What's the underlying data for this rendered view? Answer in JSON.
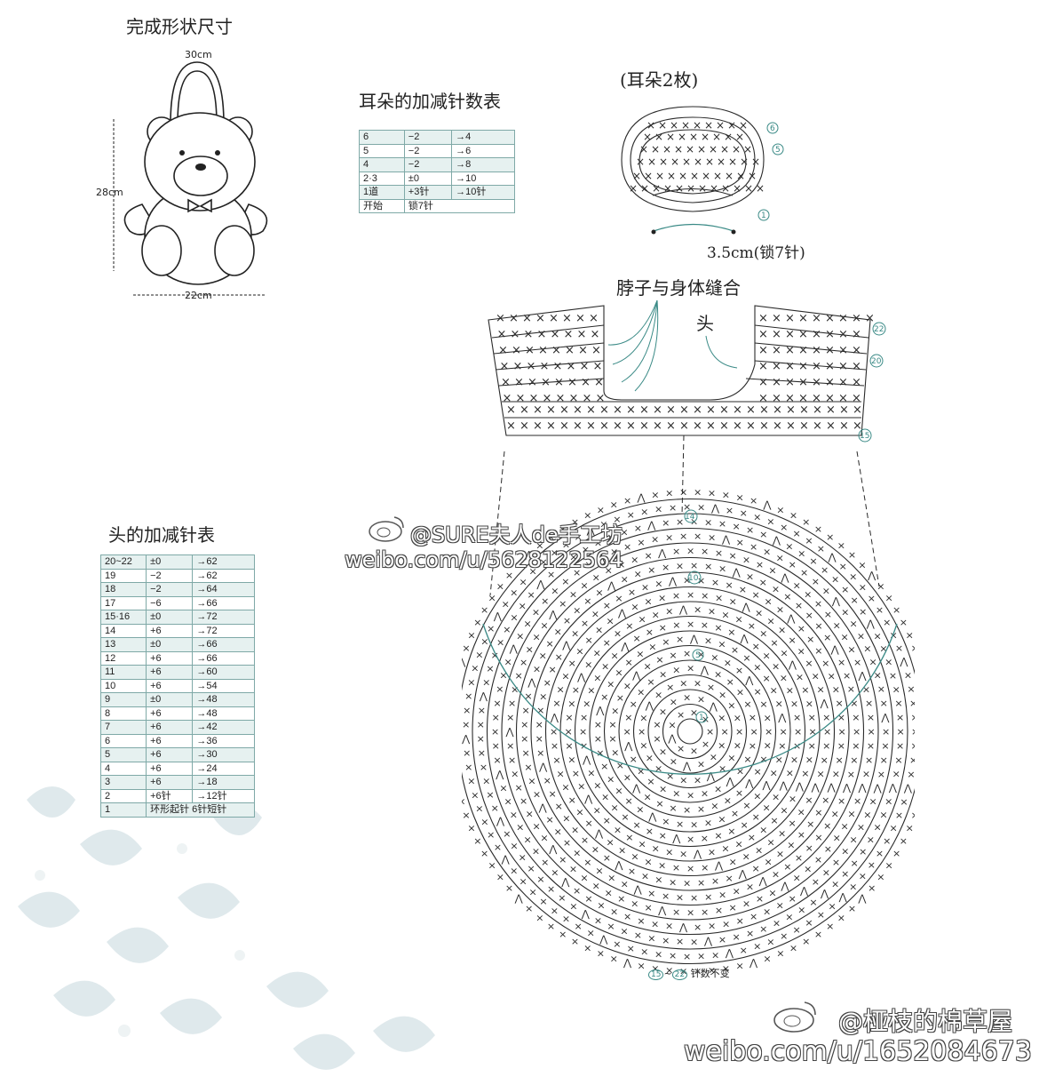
{
  "bear": {
    "title": "完成形状尺寸",
    "handle_width": "30cm",
    "height": "28cm",
    "width": "22cm"
  },
  "ear_table": {
    "title": "耳朵的加减针数表",
    "rows": [
      [
        "6",
        "−2",
        "→4"
      ],
      [
        "5",
        "−2",
        "→6"
      ],
      [
        "4",
        "−2",
        "→8"
      ],
      [
        "2·3",
        "±0",
        "→10"
      ],
      [
        "1道",
        "+3针",
        "→10针"
      ],
      [
        "开始",
        "锁7针",
        ""
      ]
    ]
  },
  "ear_chart": {
    "title": "(耳朵2枚)",
    "base_label": "3.5cm(锁7针)",
    "row_marks": [
      "6",
      "5",
      "1"
    ]
  },
  "neck": {
    "title": "脖子与身体缝合",
    "head_label": "头",
    "row_marks": [
      "22",
      "20",
      "15"
    ]
  },
  "head_table": {
    "title": "头的加减针表",
    "rows": [
      [
        "20~22",
        "±0",
        "→62"
      ],
      [
        "19",
        "−2",
        "→62"
      ],
      [
        "18",
        "−2",
        "→64"
      ],
      [
        "17",
        "−6",
        "→66"
      ],
      [
        "15·16",
        "±0",
        "→72"
      ],
      [
        "14",
        "+6",
        "→72"
      ],
      [
        "13",
        "±0",
        "→66"
      ],
      [
        "12",
        "+6",
        "→66"
      ],
      [
        "11",
        "+6",
        "→60"
      ],
      [
        "10",
        "+6",
        "→54"
      ],
      [
        "9",
        "±0",
        "→48"
      ],
      [
        "8",
        "+6",
        "→48"
      ],
      [
        "7",
        "+6",
        "→42"
      ],
      [
        "6",
        "+6",
        "→36"
      ],
      [
        "5",
        "+6",
        "→30"
      ],
      [
        "4",
        "+6",
        "→24"
      ],
      [
        "3",
        "+6",
        "→18"
      ],
      [
        "2",
        "+6针",
        "→12针"
      ],
      [
        "1",
        "环形起针 6针短针",
        ""
      ]
    ]
  },
  "circle": {
    "row_marks": [
      "14",
      "10",
      "5",
      "1"
    ],
    "bottom_note_start": "15",
    "bottom_note_end": "22",
    "bottom_note_text": "针数不变"
  },
  "watermarks": {
    "mid_handle": "@SURE夫人de手工坊",
    "mid_url": "weibo.com/u/5628122564",
    "bottom_handle": "@桠枝的棉草屋",
    "bottom_url": "weibo.com/u/1652084673"
  },
  "colors": {
    "line": "#2a2a2a",
    "accent": "#5a9896",
    "table_fill": "#e6f1f0"
  }
}
